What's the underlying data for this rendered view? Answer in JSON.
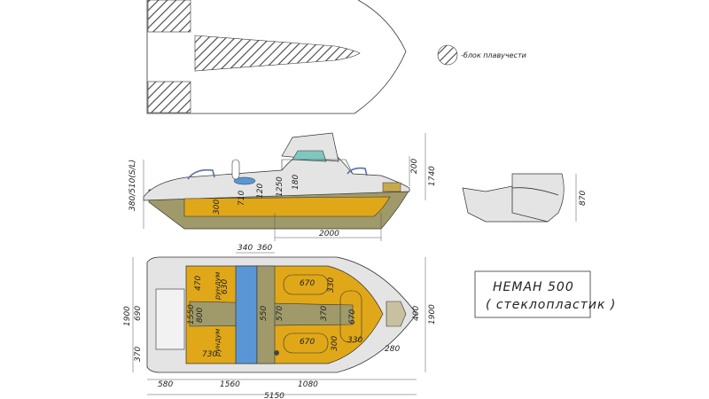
{
  "legend": {
    "label": "-блок плавучести"
  },
  "title_box": {
    "model": "НЕМАН 500",
    "material": "( стеклопластик )"
  },
  "colors": {
    "hatch": "#444444",
    "hull": "#e4e4e4",
    "outline": "#333333",
    "deck_yellow": "#e0a818",
    "olive": "#a09a6a",
    "seat_blue": "#5a96d6",
    "window_teal": "#7fc8c0"
  },
  "side_view": {
    "dims": {
      "height_total": "380/510(S/L)",
      "d300": "300",
      "d710": "710",
      "d120": "120",
      "d1250": "1250",
      "d180": "180",
      "d200": "200",
      "d1740": "1740",
      "d2000": "2000"
    }
  },
  "transom_view": {
    "dims": {
      "d870": "870"
    }
  },
  "plan_view": {
    "dims": {
      "d340": "340",
      "d360": "360",
      "d470": "470",
      "d630": "630",
      "label_rundum_top": "рундум",
      "label_rundum_bottom": "рундум",
      "d670_top": "670",
      "d330_top": "330",
      "d1550": "1550",
      "d800": "800",
      "d550": "550",
      "d570": "570",
      "d370_mid": "370",
      "d670_right": "670",
      "d330_bottom": "330",
      "d670_bottom": "670",
      "d300": "300",
      "d730": "730",
      "d1900_left": "1900",
      "d690": "690",
      "d370_left": "370",
      "d1900_right": "1900",
      "d400": "400",
      "d280": "280",
      "d580": "580",
      "d1560": "1560",
      "d1080": "1080",
      "d5150": "5150"
    }
  }
}
